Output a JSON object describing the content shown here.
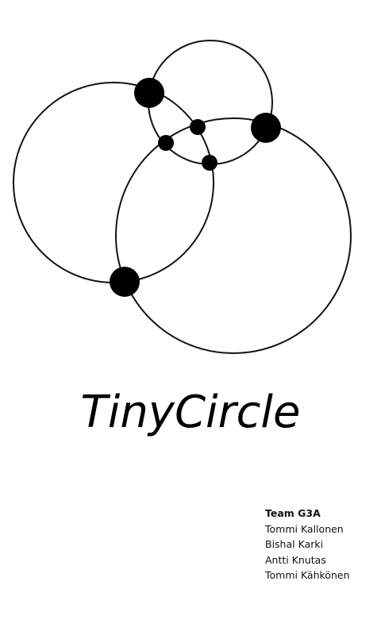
{
  "logo": {
    "icon": "tinycircle-logo-icon",
    "stroke_color": "#111111",
    "node_color": "#000000"
  },
  "title": "TinyCircle",
  "team": {
    "name": "Team G3A",
    "members": [
      "Tommi Kallonen",
      "Bishal Karki",
      "Antti Knutas",
      "Tommi Kähkönen"
    ]
  }
}
